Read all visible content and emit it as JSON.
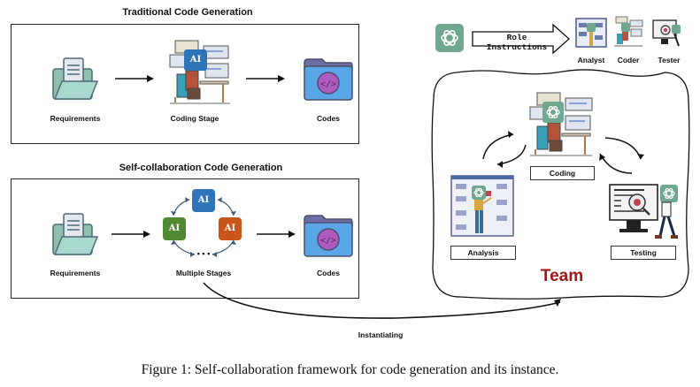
{
  "traditional": {
    "title": "Traditional Code Generation",
    "ai_badge": "AI",
    "nodes": [
      {
        "label": "Requirements",
        "icon": "folder-document-icon"
      },
      {
        "label": "Coding Stage",
        "icon": "ai-coder-desk-icon"
      },
      {
        "label": "Codes",
        "icon": "code-folder-icon"
      }
    ]
  },
  "self_collaboration": {
    "title": "Self-collaboration Code Generation",
    "ai_tiles": [
      {
        "label": "AI",
        "color": "#2f73b8"
      },
      {
        "label": "AI",
        "color": "#4f8a33"
      },
      {
        "label": "AI",
        "color": "#c8561a"
      }
    ],
    "ellipsis": "• • •",
    "nodes": [
      {
        "label": "Requirements",
        "icon": "folder-document-icon"
      },
      {
        "label": "Multiple Stages",
        "icon": "ai-cycle-icon"
      },
      {
        "label": "Codes",
        "icon": "code-folder-icon"
      }
    ]
  },
  "roles": {
    "arrow_label": "Role Instructions",
    "items": [
      {
        "label": "Analyst"
      },
      {
        "label": "Coder"
      },
      {
        "label": "Tester"
      }
    ]
  },
  "team": {
    "label": "Team",
    "label_color": "#a01818",
    "stages": [
      {
        "label": "Coding"
      },
      {
        "label": "Analysis"
      },
      {
        "label": "Testing"
      }
    ]
  },
  "instantiating_label": "Instantiating",
  "caption": "Figure 1: Self-collaboration framework for code generation and its instance."
}
